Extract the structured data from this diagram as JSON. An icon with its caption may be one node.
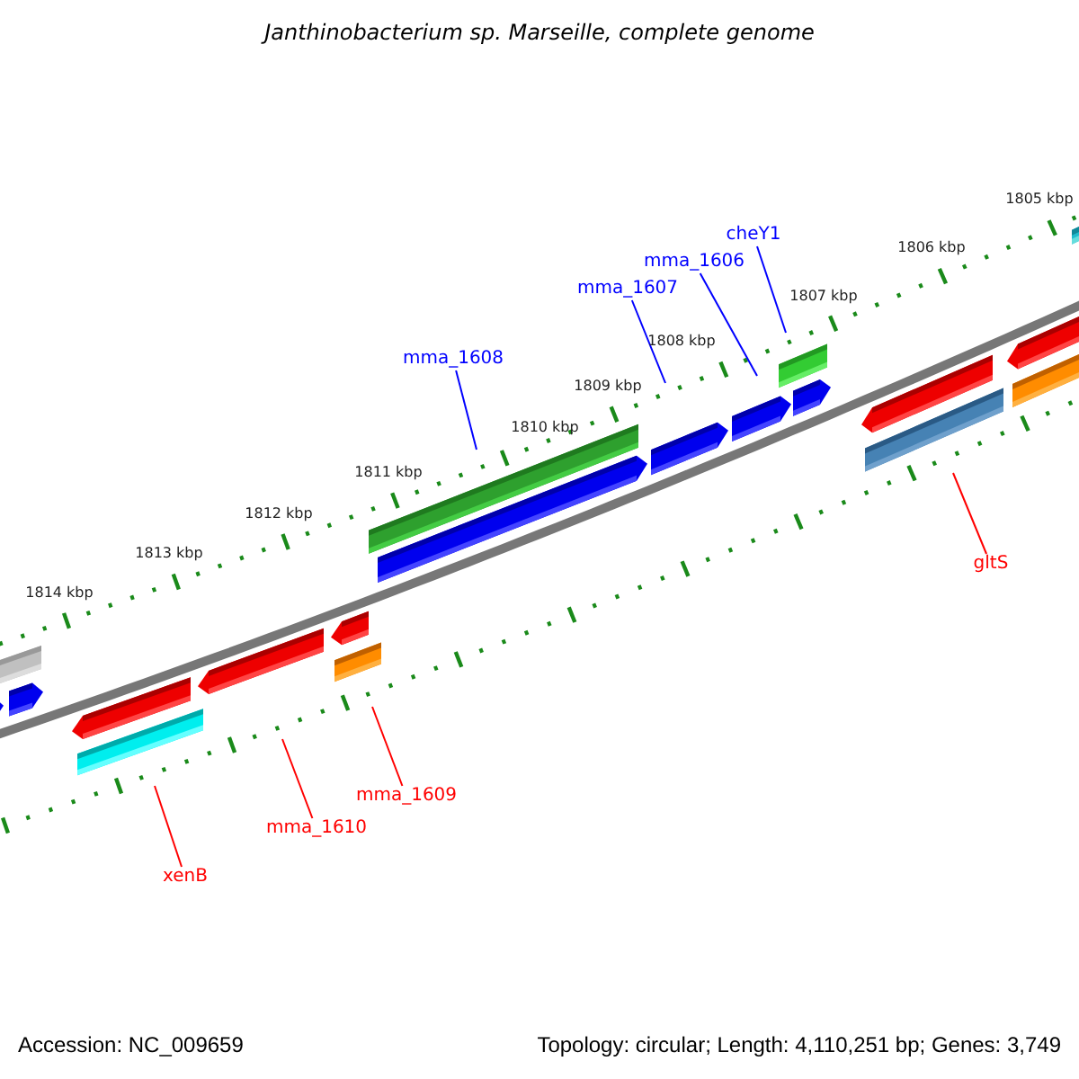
{
  "diagram": {
    "title": "Janthinobacterium sp. Marseille, complete genome",
    "nodes": [
      {
        "text": [
          "cheY1"
        ]
      },
      {
        "text": [
          "mma_1606"
        ]
      },
      {
        "text": [
          "mma_1607"
        ]
      },
      {
        "text": [
          "mma_1608"
        ]
      },
      {
        "text": [
          "gltS"
        ]
      },
      {
        "text": [
          "mma_1609"
        ]
      },
      {
        "text": [
          "mma_1610"
        ]
      },
      {
        "text": [
          "xenB"
        ]
      }
    ],
    "edges": [
      {
        "from": 0,
        "to": null,
        "arrow": "none",
        "color": "#0000ff"
      },
      {
        "from": 1,
        "to": null,
        "arrow": "none",
        "color": "#0000ff"
      },
      {
        "from": 2,
        "to": null,
        "arrow": "none",
        "color": "#0000ff"
      },
      {
        "from": 3,
        "to": null,
        "arrow": "none",
        "color": "#0000ff"
      },
      {
        "from": 4,
        "to": null,
        "arrow": "none",
        "color": "#ff0000"
      },
      {
        "from": 5,
        "to": null,
        "arrow": "none",
        "color": "#ff0000"
      },
      {
        "from": 6,
        "to": null,
        "arrow": "none",
        "color": "#ff0000"
      },
      {
        "from": 7,
        "to": null,
        "arrow": "none",
        "color": "#ff0000"
      }
    ],
    "labels": [
      "1805 kbp",
      "1806 kbp",
      "1807 kbp",
      "1808 kbp",
      "1809 kbp",
      "1810 kbp",
      "1811 kbp",
      "1812 kbp",
      "1813 kbp",
      "1814 kbp",
      "Accession: NC_009659",
      "Topology: circular; Length: 4,110,251 bp; Genes: 3,749"
    ]
  }
}
